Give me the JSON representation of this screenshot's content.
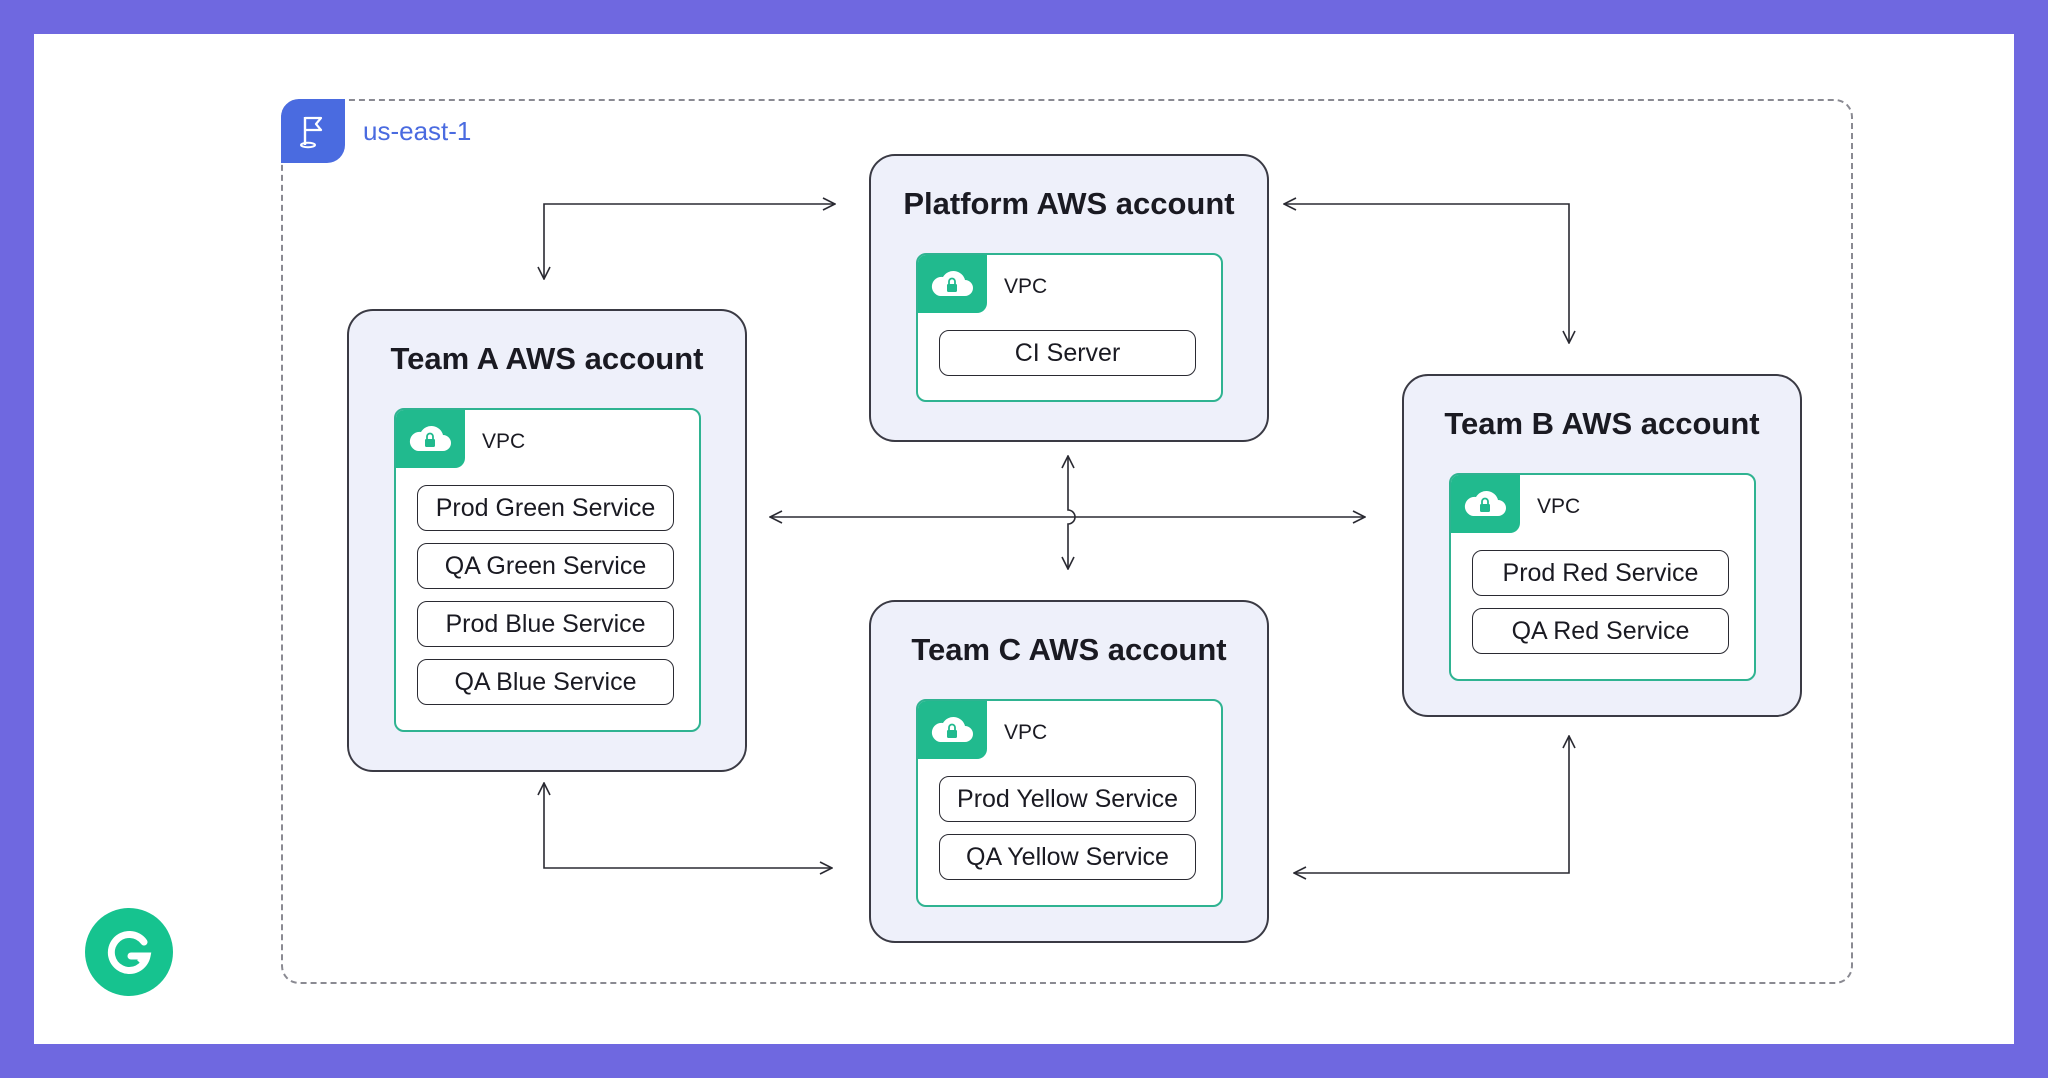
{
  "region": {
    "label": "us-east-1",
    "icon": "flag-icon"
  },
  "accounts": [
    {
      "id": "platform",
      "title": "Platform AWS account",
      "vpc_label": "VPC",
      "services": [
        "CI Server"
      ]
    },
    {
      "id": "team-a",
      "title": "Team A AWS account",
      "vpc_label": "VPC",
      "services": [
        "Prod Green Service",
        "QA Green Service",
        "Prod Blue Service",
        "QA Blue Service"
      ]
    },
    {
      "id": "team-b",
      "title": "Team B AWS account",
      "vpc_label": "VPC",
      "services": [
        "Prod Red Service",
        "QA Red Service"
      ]
    },
    {
      "id": "team-c",
      "title": "Team C AWS account",
      "vpc_label": "VPC",
      "services": [
        "Prod Yellow Service",
        "QA Yellow Service"
      ]
    }
  ],
  "icons": {
    "vpc": "cloud-lock-icon",
    "logo": "grammarly-logo-icon"
  },
  "colors": {
    "frame": "#6F68E0",
    "region_accent": "#4A6BE0",
    "vpc_accent": "#21BA8E",
    "account_fill": "#EEF0FA",
    "logo": "#16C38F"
  }
}
